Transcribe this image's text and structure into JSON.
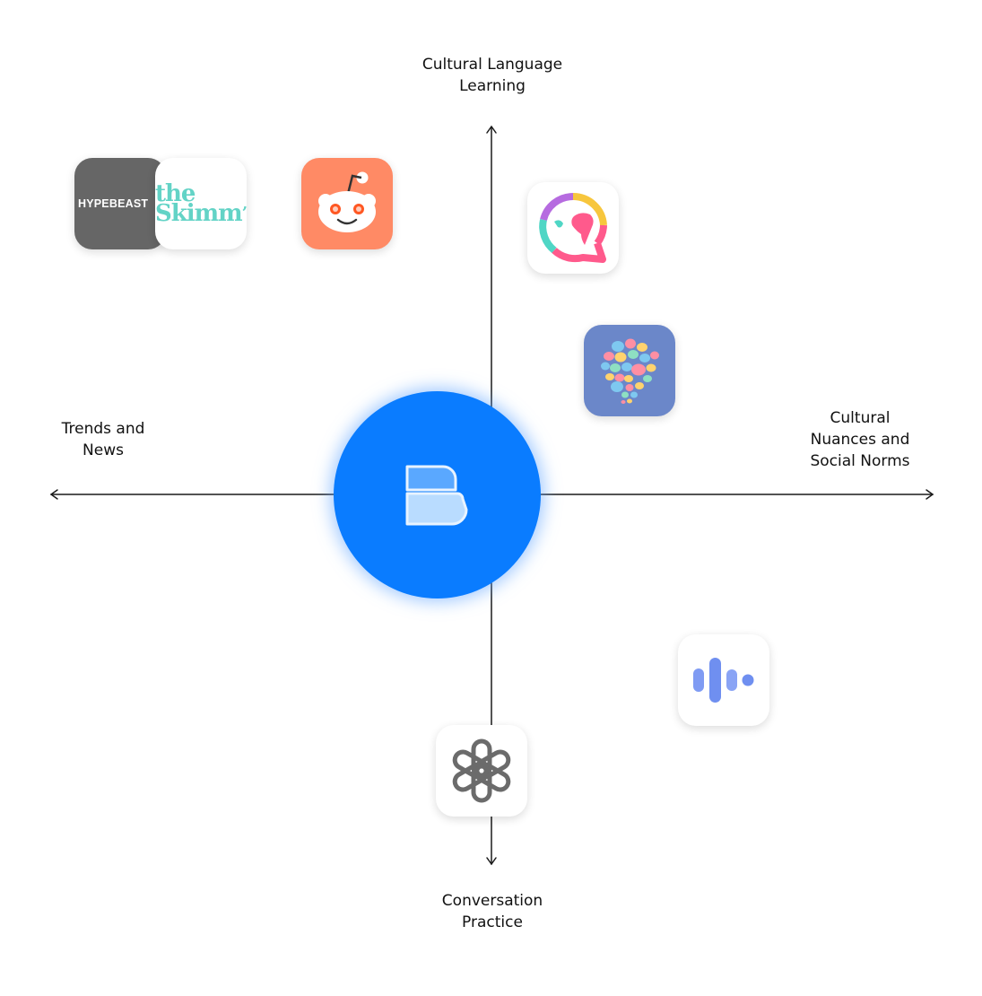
{
  "axes": {
    "top": "Cultural Language\nLearning",
    "bottom": "Conversation\nPractice",
    "left": "Trends and\nNews",
    "right": "Cultural\nNuances and\nSocial Norms"
  },
  "colors": {
    "hub": "#0a7cff",
    "hypebeast_bg": "#666666",
    "skimm_text": "#63d3c6",
    "reddit_bg": "#ff8a65",
    "hellotalk_bg": "#6b87c9",
    "voice_bars": "#6f8ff0",
    "openai_logo": "#6b6b6b"
  },
  "center": {
    "icon": "b-logo-icon"
  },
  "apps": [
    {
      "name": "HYPEBEAST",
      "icon": "hypebeast-logo",
      "quadrant": "top-left"
    },
    {
      "name": "the Skimm'",
      "icon": "theskimm-logo",
      "quadrant": "top-left"
    },
    {
      "name": "Reddit",
      "icon": "reddit-logo",
      "quadrant": "top-left"
    },
    {
      "name": "Globe chat",
      "icon": "globe-chat-logo",
      "quadrant": "top-right"
    },
    {
      "name": "HelloTalk",
      "icon": "hellotalk-logo",
      "quadrant": "top-right"
    },
    {
      "name": "Voice",
      "icon": "voice-wave-logo",
      "quadrant": "bottom-right"
    },
    {
      "name": "OpenAI",
      "icon": "openai-logo",
      "quadrant": "bottom"
    }
  ],
  "logo_text": {
    "hypebeast": "HYPEBEAST",
    "skimm_line1": "the",
    "skimm_line2": "Skimm",
    "skimm_mark": "’"
  }
}
